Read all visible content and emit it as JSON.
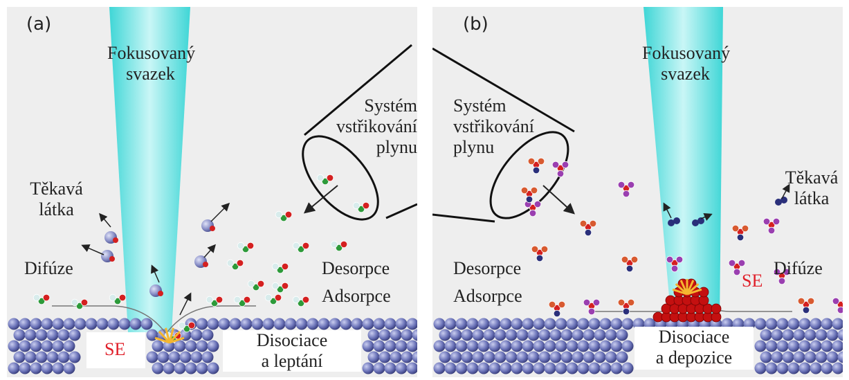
{
  "panel_a": {
    "tag": "(a)",
    "beam": "Fokusovaný\nsvazek",
    "gis": "Systém\nvstřikování\nplynu",
    "volatile": "Těkavá\nlátka",
    "diffusion": "Difúze",
    "desorption": "Desorpce",
    "adsorption": "Adsorpce",
    "se": "SE",
    "process": "Disociace\na leptání"
  },
  "panel_b": {
    "tag": "(b)",
    "beam": "Fokusovaný\nsvazek",
    "gis": "Systém\nvstřikování\nplynu",
    "volatile": "Těkavá\nlátka",
    "diffusion": "Difúze",
    "desorption": "Desorpce",
    "adsorption": "Adsorpce",
    "se": "SE",
    "process": "Disociace\na depozice"
  },
  "colors": {
    "background": "#eeeeee",
    "beam_edge": "#3fd6d6",
    "beam_center": "#c9f6f6",
    "substrate": "#6b73b8",
    "se_text": "#e0202a",
    "precursor_green": "#2d9a3a",
    "precursor_red": "#d42020",
    "precursor_purple": "#9a3fb0",
    "precursor_navy": "#2a2f7a",
    "deposit_red": "#c41010"
  }
}
